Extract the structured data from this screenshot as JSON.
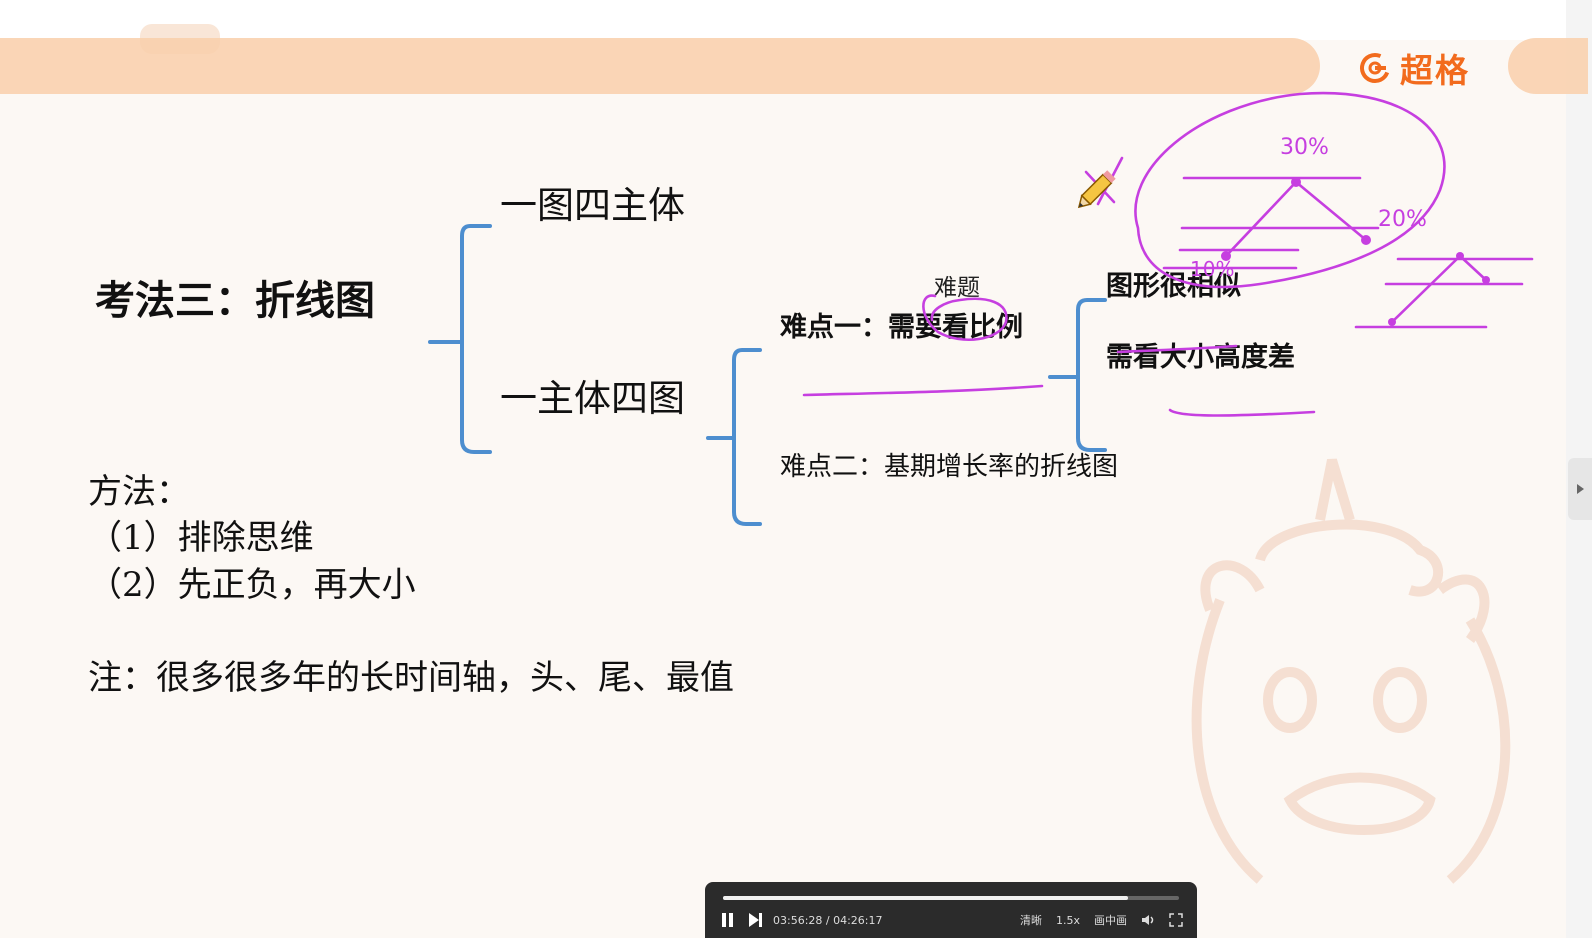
{
  "brand": {
    "name": "超格"
  },
  "colors": {
    "bracket": "#4d8ecf",
    "annotation": "#c63fe0",
    "accent": "#f26b1d",
    "header_band": "#f9cfaa"
  },
  "slide": {
    "main_title": "考法三：折线图",
    "branch_1": "一图四主体",
    "branch_2": "一主体四图",
    "difficulty_1": "难点一：需要看比例",
    "difficulty_2": "难点二：基期增长率的折线图",
    "right_1": "图形很相似",
    "right_2": "需看大小高度差",
    "method_title": "方法：",
    "method_1": "（1）排除思维",
    "method_2": "（2）先正负，再大小",
    "note": "注：很多很多年的长时间轴，头、尾、最值"
  },
  "annotations": {
    "hard_tag": "难题",
    "sketch_labels": [
      "30%",
      "20%",
      "10%"
    ]
  },
  "player": {
    "time": "03:56:28 / 04:26:17",
    "controls": [
      "清晰",
      "1.5x",
      "画中画"
    ],
    "progress": 0.888,
    "icons": [
      "pause-icon",
      "next-icon",
      "volume-icon",
      "fullscreen-icon"
    ]
  },
  "icons": [
    "pencil-icon",
    "brand-logo-icon",
    "mascot-watermark",
    "side-tab-arrow-icon"
  ]
}
